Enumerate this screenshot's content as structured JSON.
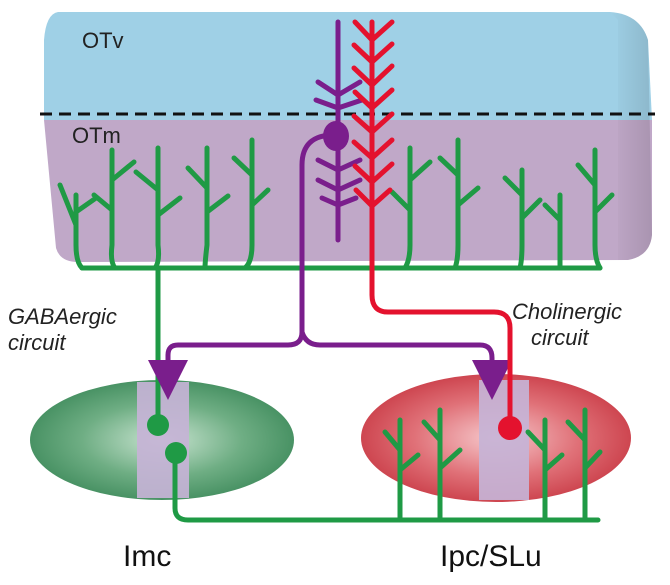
{
  "layers": {
    "top": "OTv",
    "middle": "OTm"
  },
  "circuits": {
    "left": [
      "GABAergic",
      "circuit"
    ],
    "right": [
      "Cholinergic",
      "circuit"
    ]
  },
  "nuclei": {
    "left": "Imc",
    "right": "Ipc/SLu"
  },
  "colors": {
    "otv_layer": "#9fd0e6",
    "otm_layer": "#c0a8c8",
    "gaba_green": "#1f9a45",
    "cholinergic_red": "#e4122e",
    "tectal_purple": "#7a1e8c",
    "imc_nucleus": "#4f9a6a",
    "ipc_nucleus": "#d9555d"
  }
}
